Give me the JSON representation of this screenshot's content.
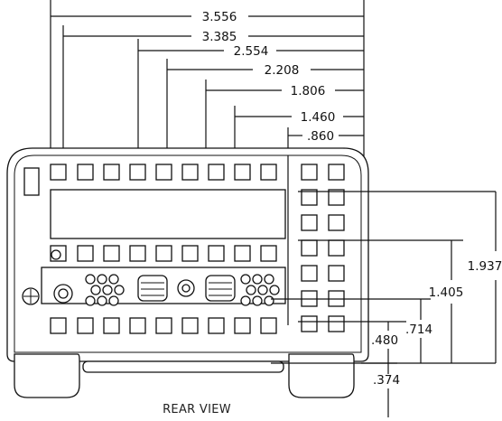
{
  "caption": "REAR VIEW",
  "dimensions": {
    "horizontal": [
      {
        "label": "3.556"
      },
      {
        "label": "3.385"
      },
      {
        "label": "2.554"
      },
      {
        "label": "2.208"
      },
      {
        "label": "1.806"
      },
      {
        "label": "1.460"
      },
      {
        "label": ".860"
      }
    ],
    "vertical": [
      {
        "label": "1.937"
      },
      {
        "label": "1.405"
      },
      {
        "label": ".714"
      },
      {
        "label": ".480"
      },
      {
        "label": ".374"
      }
    ]
  }
}
